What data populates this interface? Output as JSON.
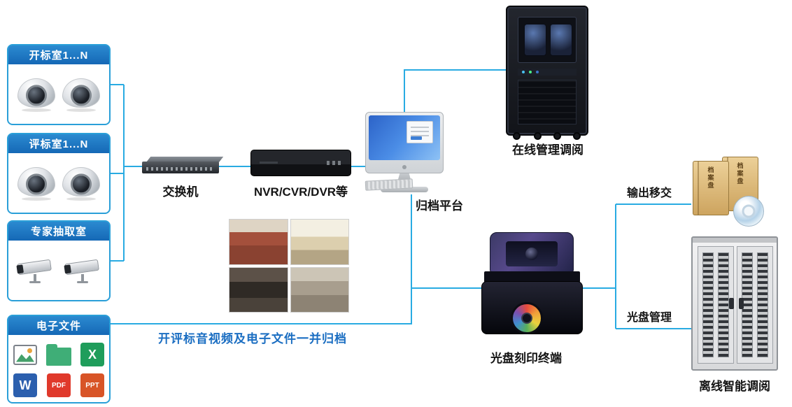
{
  "colors": {
    "wire": "#29abe2",
    "box_border": "#2a9fd8",
    "header_bg": "#1d78c2",
    "note_text": "#1b6ec2"
  },
  "rooms": [
    {
      "label": "开标室1...N",
      "camera": "dome"
    },
    {
      "label": "评标室1...N",
      "camera": "dome"
    },
    {
      "label": "专家抽取室",
      "camera": "bullet"
    }
  ],
  "files": {
    "label": "电子文件",
    "icons": [
      {
        "name": "image-file-icon"
      },
      {
        "name": "folder-icon"
      },
      {
        "name": "excel-file-icon",
        "text": "X"
      },
      {
        "name": "word-file-icon",
        "text": "W"
      },
      {
        "name": "pdf-file-icon",
        "text": "PDF"
      },
      {
        "name": "ppt-file-icon",
        "text": "PPT"
      }
    ]
  },
  "devices": {
    "switch_label": "交换机",
    "nvr_label": "NVR/CVR/DVR等",
    "platform_label": "归档平台",
    "online_label": "在线管理调阅",
    "printer_label": "光盘刻印终端",
    "offline_label": "离线智能调阅"
  },
  "annotations": {
    "note": "开评标音视频及电子文件一并归档",
    "output_transfer": "输出移交",
    "disc_management": "光盘管理",
    "folder_text": "档案盘"
  }
}
